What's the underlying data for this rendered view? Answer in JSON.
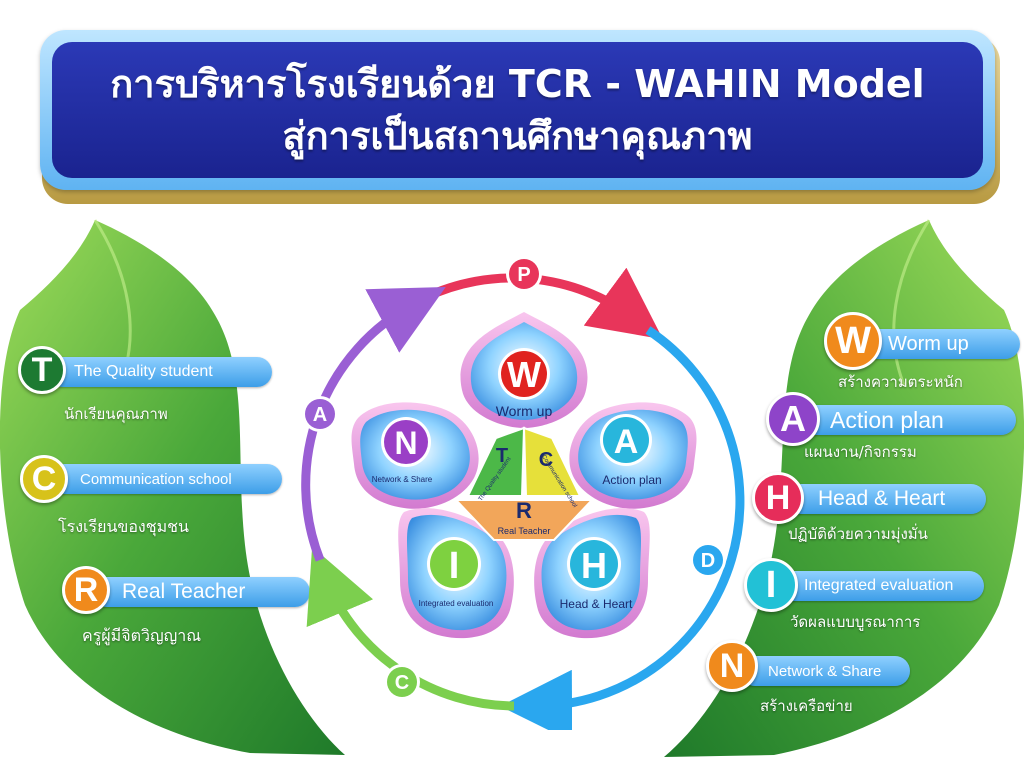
{
  "title": {
    "line1": "การบริหารโรงเรียนด้วย TCR - WAHIN  Model",
    "line2": "สู่การเป็นสถานศึกษาคุณภาพ"
  },
  "left_items": [
    {
      "letter": "T",
      "label": "The Quality student",
      "thai": "นักเรียนคุณภาพ",
      "color": "#1d7a32"
    },
    {
      "letter": "C",
      "label": "Communication school",
      "thai": "โรงเรียนของชุมชน",
      "color": "#d7c21a"
    },
    {
      "letter": "R",
      "label": "Real Teacher",
      "thai": "ครูผู้มีจิตวิญญาณ",
      "color": "#f08a1c"
    }
  ],
  "right_items": [
    {
      "letter": "W",
      "label": "Worm up",
      "thai": "สร้างความตระหนัก",
      "color": "#f08a1c"
    },
    {
      "letter": "A",
      "label": "Action plan",
      "thai": "แผนงาน/กิจกรรม",
      "color": "#8e44c9"
    },
    {
      "letter": "H",
      "label": "Head & Heart",
      "thai": "ปฏิบัติด้วยความมุ่งมั่น",
      "color": "#e62d5a"
    },
    {
      "letter": "I",
      "label": "Integrated evaluation",
      "thai": "วัดผลแบบบูรณาการ",
      "color": "#22c1d6"
    },
    {
      "letter": "N",
      "label": "Network & Share",
      "thai": "สร้างเครือข่าย",
      "color": "#f08a1c"
    }
  ],
  "cycle": {
    "P": {
      "letter": "P",
      "color": "#e8355a"
    },
    "D": {
      "letter": "D",
      "color": "#2aa7ef"
    },
    "C": {
      "letter": "C",
      "color": "#7ccf4e"
    },
    "A": {
      "letter": "A",
      "color": "#9a5fd4"
    }
  },
  "petals": {
    "W": {
      "letter": "W",
      "label": "Worm up",
      "color": "#e0231f"
    },
    "A": {
      "letter": "A",
      "label": "Action plan",
      "color": "#28b6dc"
    },
    "H": {
      "letter": "H",
      "label": "Head & Heart",
      "color": "#28b6dc"
    },
    "I": {
      "letter": "I",
      "label": "Integrated evaluation",
      "color": "#7ed140"
    },
    "N": {
      "letter": "N",
      "label": "Network & Share",
      "color": "#9a3fc6"
    }
  },
  "core": {
    "T": {
      "letter": "T",
      "label": "The Quality student"
    },
    "C": {
      "letter": "C",
      "label": "Communication school"
    },
    "R": {
      "letter": "R",
      "label": "Real Teacher"
    }
  }
}
